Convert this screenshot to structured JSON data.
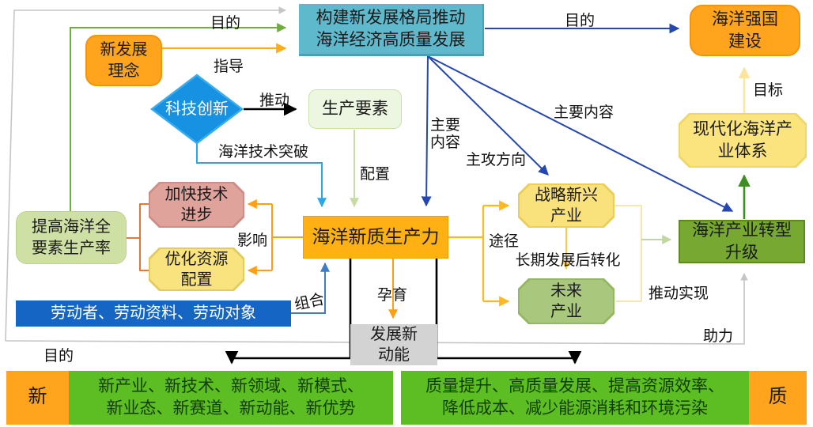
{
  "nodes": {
    "goal": {
      "label": "构建新发展格局推动\n海洋经济高质量发展",
      "fill": "#5FB9CC"
    },
    "ocean_power": {
      "label": "海洋强国\n建设",
      "fill": "#FFA41C"
    },
    "new_concept": {
      "label": "新发展\n理念",
      "fill": "#FFA41C"
    },
    "sci_innovation": {
      "label": "科技创新",
      "fill": "#1791E2"
    },
    "production_factors": {
      "label": "生产要素",
      "fill": "#EDF6E0"
    },
    "marine_tfp": {
      "label": "提高海洋全\n要素生产率",
      "fill": "#CFE0A4"
    },
    "tech_progress": {
      "label": "加快技术\n进步",
      "fill": "#DFA39C"
    },
    "resource_opt": {
      "label": "优化资源\n配置",
      "fill": "#F8E37E"
    },
    "nqpf": {
      "label": "海洋新质生产力",
      "fill": "#FFB114"
    },
    "strategic_industry": {
      "label": "战略新兴\n产业",
      "fill": "#F9E17C"
    },
    "future_industry": {
      "label": "未来\n产业",
      "fill": "#A9C87E"
    },
    "industry_upgrade": {
      "label": "海洋产业转型\n升级",
      "fill": "#76A832"
    },
    "modern_system": {
      "label": "现代化海洋产\n业体系",
      "fill": "#FBE47E"
    },
    "labor": {
      "label": "劳动者、劳动资料、劳动对象",
      "fill": "#1565C4"
    },
    "new_engine": {
      "label": "发展新\n动能",
      "fill": "#D3D3D3"
    },
    "xin": {
      "label": "新",
      "fill": "#FFA41C"
    },
    "green_new": {
      "label": "新产业、新技术、新领域、新模式、\n新业态、新赛道、新动能、新优势",
      "fill": "#5CBE22"
    },
    "green_quality": {
      "label": "质量提升、高质量发展、提高资源效率、\n降低成本、减少能源消耗和环境污染",
      "fill": "#5CBE22"
    },
    "zhi": {
      "label": "质",
      "fill": "#FFA41C"
    }
  },
  "edge_labels": {
    "mudi_top": "目的",
    "zhidao": "指导",
    "tuidong": "推动",
    "haiyang_tech": "海洋技术突破",
    "peizhi": "配置",
    "zhuyao_neirong_v": "主要\n内容",
    "zhugong_fangxiang": "主攻方向",
    "zhuyao_neirong_diag": "主要内容",
    "mudi_right": "目的",
    "mubiao": "目标",
    "yingxiang": "影响",
    "zuhe": "组合",
    "yunyu": "孕育",
    "tujing": "途径",
    "changqi_zhuanhua": "长期发展后转化",
    "tuidong_shixian": "推动实现",
    "zhuli": "助力",
    "mudi_bottom": "目的"
  }
}
